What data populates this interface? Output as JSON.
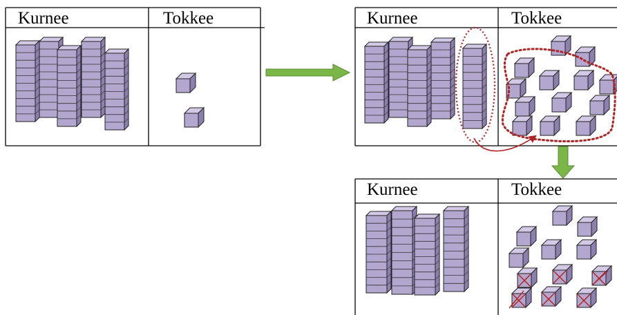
{
  "panels": [
    {
      "id": "initial",
      "left_header": "Kurnee",
      "right_header": "Tokkee",
      "kurnee_rods": 5,
      "tokkee_units": 2
    },
    {
      "id": "regroup",
      "left_header": "Kurnee",
      "right_header": "Tokkee",
      "kurnee_rods": 5,
      "regrouped_rods": 1,
      "tokkee_units": 12
    },
    {
      "id": "result",
      "left_header": "Kurnee",
      "right_header": "Tokkee",
      "kurnee_rods": 4,
      "tokkee_units": 12,
      "crossed_units": 6
    }
  ],
  "colors": {
    "cube_front": "#b3a6cf",
    "cube_top": "#d3c9e6",
    "cube_side": "#8d7fae",
    "arrow": "#7ab648",
    "regroup_marks": "#b22222"
  }
}
